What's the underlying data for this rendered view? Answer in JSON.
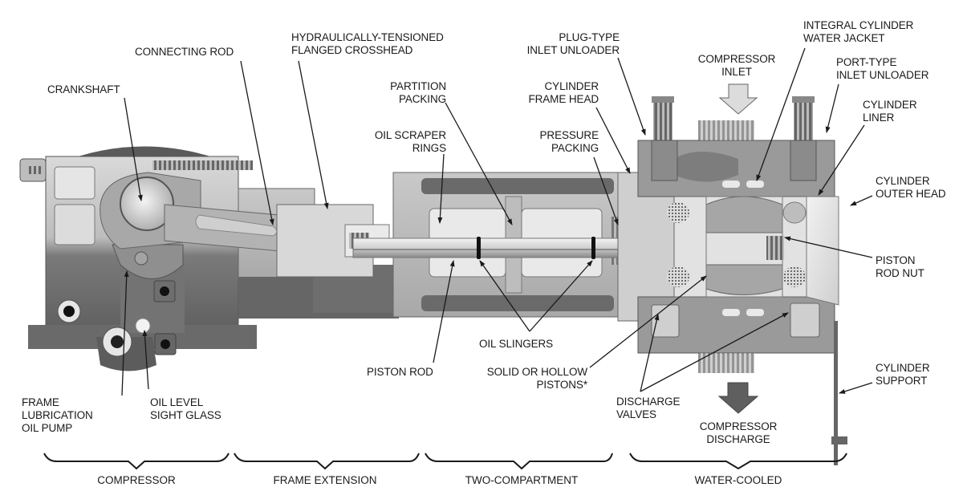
{
  "diagram": {
    "subject": "Reciprocating compressor cutaway",
    "colors": {
      "background": "#ffffff",
      "text": "#1a1a1a",
      "leader": "#1a1a1a",
      "metal_dark": "#6b6b6b",
      "metal_mid": "#9a9a9a",
      "metal_light": "#d4d4d4",
      "metal_highlight": "#eeeeee",
      "inlet_arrow": "#d8d8d8",
      "discharge_arrow": "#5f5f5f"
    },
    "labels": {
      "connecting_rod": [
        "CONNECTING ROD"
      ],
      "crosshead": [
        "HYDRAULICALLY-TENSIONED",
        "FLANGED CROSSHEAD"
      ],
      "crankshaft": [
        "CRANKSHAFT"
      ],
      "partition_packing": [
        "PARTITION",
        "PACKING"
      ],
      "oil_scraper_rings": [
        "OIL SCRAPER",
        "RINGS"
      ],
      "plug_type_unloader": [
        "PLUG-TYPE",
        "INLET UNLOADER"
      ],
      "cylinder_frame_head": [
        "CYLINDER",
        "FRAME HEAD"
      ],
      "pressure_packing": [
        "PRESSURE",
        "PACKING"
      ],
      "compressor_inlet": [
        "COMPRESSOR",
        "INLET"
      ],
      "water_jacket": [
        "INTEGRAL CYLINDER",
        "WATER JACKET"
      ],
      "port_type_unloader": [
        "PORT-TYPE",
        "INLET UNLOADER"
      ],
      "cylinder_liner": [
        "CYLINDER",
        "LINER"
      ],
      "cylinder_outer_head": [
        "CYLINDER",
        "OUTER HEAD"
      ],
      "piston_rod_nut": [
        "PISTON",
        "ROD NUT"
      ],
      "oil_slingers": [
        "OIL SLINGERS"
      ],
      "piston_rod": [
        "PISTON ROD"
      ],
      "pistons": [
        "SOLID OR HOLLOW",
        "PISTONS*"
      ],
      "discharge_valves": [
        "DISCHARGE",
        "VALVES"
      ],
      "compressor_discharge": [
        "COMPRESSOR",
        "DISCHARGE"
      ],
      "cylinder_support": [
        "CYLINDER",
        "SUPPORT"
      ],
      "oil_pump": [
        "FRAME",
        "LUBRICATION",
        "OIL PUMP"
      ],
      "sight_glass": [
        "OIL LEVEL",
        "SIGHT GLASS"
      ]
    },
    "sections": [
      {
        "label": "COMPRESSOR"
      },
      {
        "label": "FRAME EXTENSION"
      },
      {
        "label": "TWO-COMPARTMENT"
      },
      {
        "label": "WATER-COOLED"
      }
    ]
  }
}
